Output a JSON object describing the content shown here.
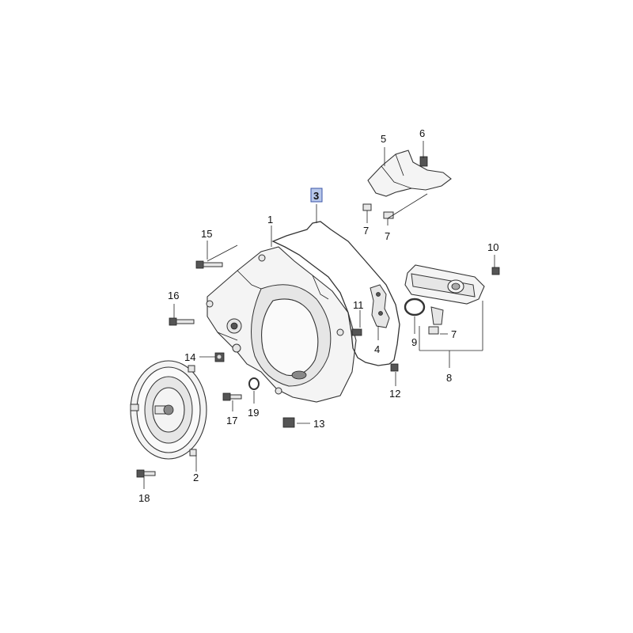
{
  "callouts": [
    {
      "id": "1",
      "label": "1"
    },
    {
      "id": "2",
      "label": "2"
    },
    {
      "id": "3",
      "label": "3",
      "highlighted": true
    },
    {
      "id": "4",
      "label": "4"
    },
    {
      "id": "5",
      "label": "5"
    },
    {
      "id": "6",
      "label": "6"
    },
    {
      "id": "7a",
      "label": "7"
    },
    {
      "id": "7b",
      "label": "7"
    },
    {
      "id": "7c",
      "label": "7"
    },
    {
      "id": "8",
      "label": "8"
    },
    {
      "id": "9",
      "label": "9"
    },
    {
      "id": "10",
      "label": "10"
    },
    {
      "id": "11",
      "label": "11"
    },
    {
      "id": "12",
      "label": "12"
    },
    {
      "id": "13",
      "label": "13"
    },
    {
      "id": "14",
      "label": "14"
    },
    {
      "id": "15",
      "label": "15"
    },
    {
      "id": "16",
      "label": "16"
    },
    {
      "id": "17",
      "label": "17"
    },
    {
      "id": "18",
      "label": "18"
    },
    {
      "id": "19",
      "label": "19"
    }
  ],
  "colors": {
    "highlight_fill": "#b7c7ea",
    "highlight_border": "#3b56a8",
    "line": "#222222"
  }
}
